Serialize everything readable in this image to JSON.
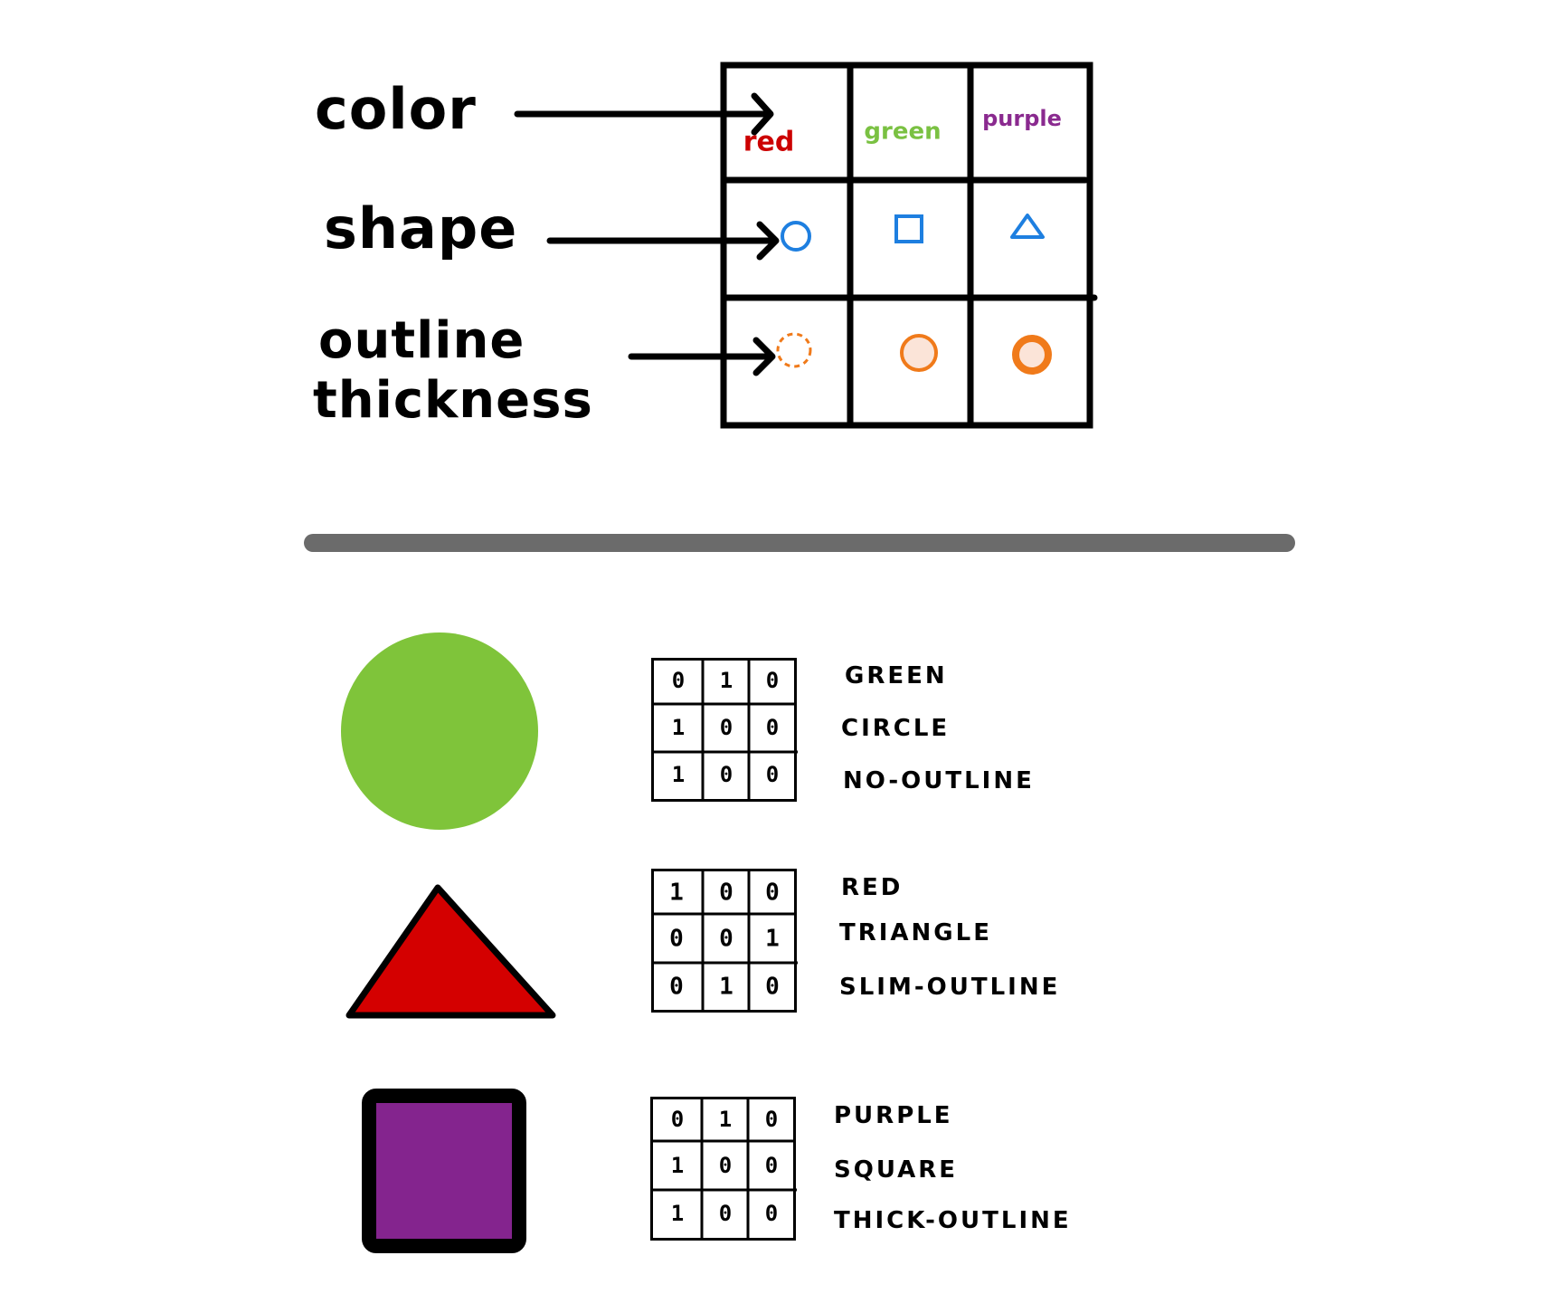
{
  "legend": {
    "row_labels": {
      "color": "color",
      "shape": "shape",
      "outline_line1": "outline",
      "outline_line2": "thickness"
    },
    "colors": [
      {
        "label": "red",
        "hex": "#cc0000"
      },
      {
        "label": "green",
        "hex": "#7ac142"
      },
      {
        "label": "purple",
        "hex": "#8a2a8f"
      }
    ],
    "shapes": [
      "circle-icon",
      "square-icon",
      "triangle-icon"
    ],
    "shape_color": "#1e7fe0",
    "outlines": [
      "dashed-outline-circle-icon",
      "slim-outline-circle-icon",
      "thick-outline-circle-icon"
    ],
    "outline_color": "#f07a1a"
  },
  "examples": [
    {
      "shape": "circle",
      "fill": "#7fc43a",
      "grid": [
        [
          "0",
          "1",
          "0"
        ],
        [
          "1",
          "0",
          "0"
        ],
        [
          "1",
          "0",
          "0"
        ]
      ],
      "lines": [
        "GREEN",
        "CIRCLE",
        "NO-OUTLINE"
      ]
    },
    {
      "shape": "triangle",
      "fill": "#d40000",
      "grid": [
        [
          "1",
          "0",
          "0"
        ],
        [
          "0",
          "0",
          "1"
        ],
        [
          "0",
          "1",
          "0"
        ]
      ],
      "lines": [
        "RED",
        "TRIANGLE",
        "SLIM-OUTLINE"
      ]
    },
    {
      "shape": "square",
      "fill": "#84248e",
      "grid": [
        [
          "0",
          "1",
          "0"
        ],
        [
          "1",
          "0",
          "0"
        ],
        [
          "1",
          "0",
          "0"
        ]
      ],
      "lines": [
        "PURPLE",
        "SQUARE",
        "THICK-OUTLINE"
      ]
    }
  ]
}
